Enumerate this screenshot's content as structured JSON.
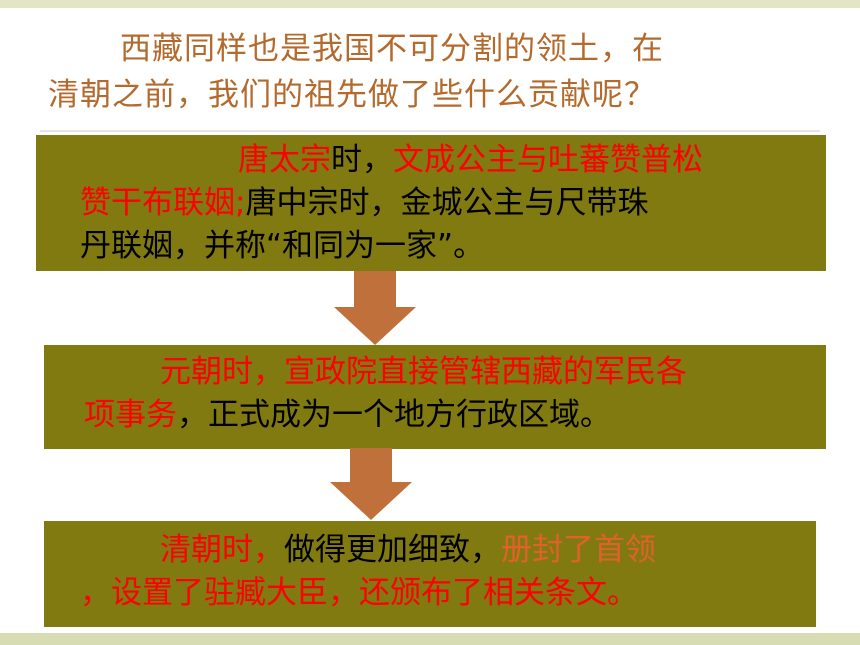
{
  "question": {
    "line1": "西藏同样也是我国不可分割的领土，在",
    "line2": "清朝之前，我们的祖先做了些什么贡献呢？"
  },
  "box1": {
    "l1_a": "唐太宗",
    "l1_b": "时，",
    "l1_c": "文成公主与吐蕃赞普松",
    "l2_a": "赞干布联姻;",
    "l2_b": "唐中宗时，金城公主与尺带珠",
    "l3": "丹联姻，并称“和同为一家”。"
  },
  "box2": {
    "l1_a": "元朝时，",
    "l1_b": "宣政院直接管辖西藏的军民各",
    "l2_a": "项事务",
    "l2_b": "，正式成为一个地方行政区域。"
  },
  "box3": {
    "l1_a": "清朝时，",
    "l1_b": "做得更加细致，",
    "l1_c": "册封了首领",
    "l2": "，设置了驻臧大臣，还颁布了相关条文。"
  },
  "colors": {
    "box_fill": "#807a10",
    "arrow_fill": "#c0703a",
    "question_text": "#b36a2c",
    "highlight_red": "#ff0000",
    "highlight_orange": "#e0622a"
  }
}
